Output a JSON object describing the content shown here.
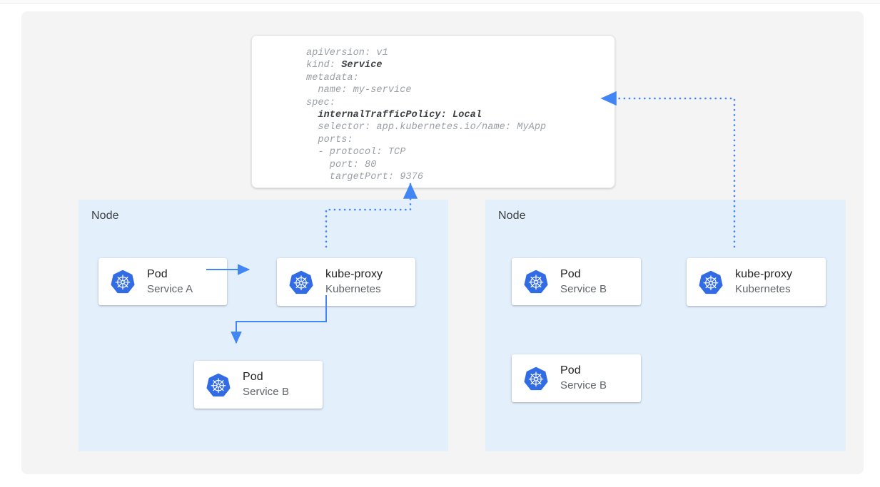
{
  "colors": {
    "canvas_bg": "#f4f4f4",
    "node_bg": "#e3f0fc",
    "card_bg": "#ffffff",
    "accent_blue": "#4285f4",
    "k8s_blue": "#326ce5",
    "text_primary": "#202124",
    "text_secondary": "#5f6368",
    "code_text": "#9aa0a6"
  },
  "yaml": {
    "lines": [
      {
        "text": "apiVersion: v1",
        "bold": false
      },
      {
        "text": "kind: ",
        "bold_suffix": "Service"
      },
      {
        "text": "metadata:",
        "bold": false
      },
      {
        "text": "  name: my-service",
        "bold": false
      },
      {
        "text": "spec:",
        "bold": false
      },
      {
        "text": "  ",
        "bold_suffix": "internalTrafficPolicy: Local"
      },
      {
        "text": "  selector: app.kubernetes.io/name: MyApp",
        "bold": false
      },
      {
        "text": "  ports:",
        "bold": false
      },
      {
        "text": "  - protocol: TCP",
        "bold": false
      },
      {
        "text": "    port: 80",
        "bold": false
      },
      {
        "text": "    targetPort: 9376",
        "bold": false
      }
    ],
    "full_text": "apiVersion: v1\nkind: Service\nmetadata:\n  name: my-service\nspec:\n  internalTrafficPolicy: Local\n  selector: app.kubernetes.io/name: MyApp\n  ports:\n  - protocol: TCP\n    port: 80\n    targetPort: 9376"
  },
  "nodes": [
    {
      "label": "Node",
      "cards": [
        {
          "title": "Pod",
          "subtitle": "Service A",
          "icon": "kubernetes-icon"
        },
        {
          "title": "kube-proxy",
          "subtitle": "Kubernetes",
          "icon": "kubernetes-icon"
        },
        {
          "title": "Pod",
          "subtitle": "Service B",
          "icon": "kubernetes-icon"
        }
      ]
    },
    {
      "label": "Node",
      "cards": [
        {
          "title": "Pod",
          "subtitle": "Service B",
          "icon": "kubernetes-icon"
        },
        {
          "title": "kube-proxy",
          "subtitle": "Kubernetes",
          "icon": "kubernetes-icon"
        },
        {
          "title": "Pod",
          "subtitle": "Service B",
          "icon": "kubernetes-icon"
        }
      ]
    }
  ],
  "connectors": [
    {
      "name": "pod-a-to-kube-proxy",
      "style": "solid",
      "arrow": "right"
    },
    {
      "name": "kube-proxy-to-pod-b",
      "style": "solid",
      "arrow": "down"
    },
    {
      "name": "kube-proxy-left-to-service-spec",
      "style": "dotted",
      "arrow": "up"
    },
    {
      "name": "kube-proxy-right-to-service-spec",
      "style": "dotted",
      "arrow": "left"
    }
  ]
}
